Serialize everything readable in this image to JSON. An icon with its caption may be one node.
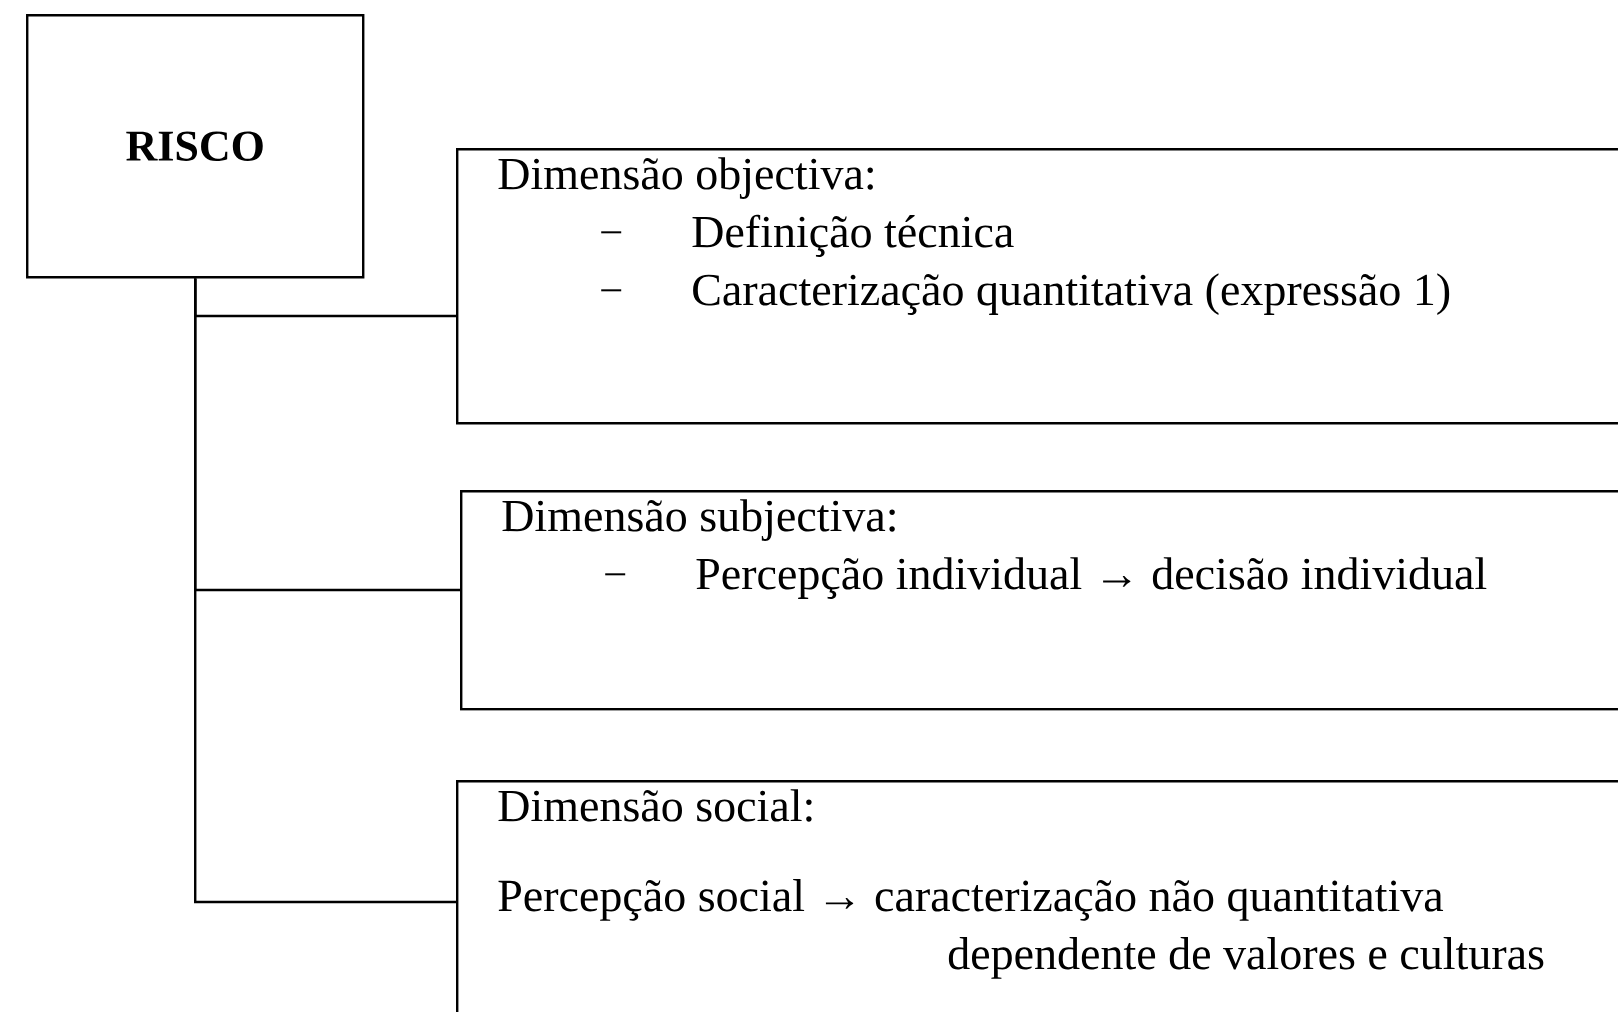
{
  "diagram": {
    "nodes": [
      {
        "text": [
          "RISCO"
        ]
      },
      {
        "text": [
          "Dimensão objectiva:",
          "Definição técnica",
          "Caracterização quantitativa (expressão 1)"
        ]
      },
      {
        "text": [
          "Dimensão subjectiva:",
          "Percepção individual → decisão individual"
        ]
      },
      {
        "text": [
          "Dimensão social:",
          "Percepção social → caracterização não quantitativa dependente de valores e culturas"
        ]
      }
    ],
    "edges": [
      {
        "from": 0,
        "to": 1,
        "arrow": "none"
      },
      {
        "from": 0,
        "to": 2,
        "arrow": "none"
      },
      {
        "from": 0,
        "to": 3,
        "arrow": "none"
      }
    ]
  }
}
